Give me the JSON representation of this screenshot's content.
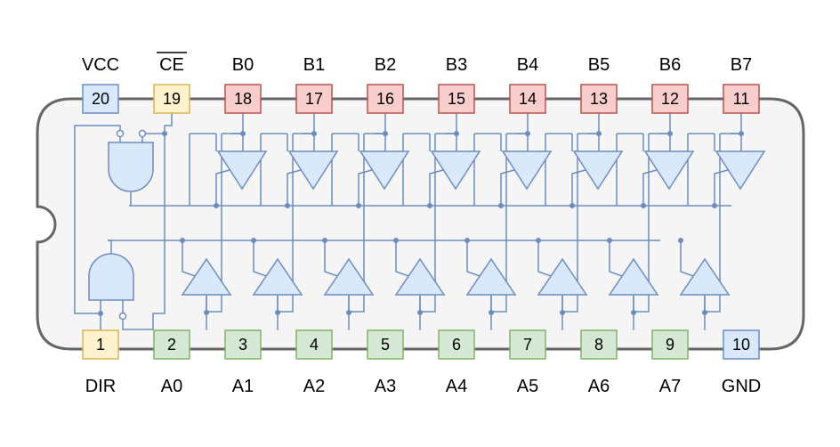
{
  "chip": {
    "top_pins": [
      {
        "num": "20",
        "label": "VCC",
        "overline": false,
        "color": "blue"
      },
      {
        "num": "19",
        "label": "CE",
        "overline": true,
        "color": "yellow"
      },
      {
        "num": "18",
        "label": "B0",
        "overline": false,
        "color": "red"
      },
      {
        "num": "17",
        "label": "B1",
        "overline": false,
        "color": "red"
      },
      {
        "num": "16",
        "label": "B2",
        "overline": false,
        "color": "red"
      },
      {
        "num": "15",
        "label": "B3",
        "overline": false,
        "color": "red"
      },
      {
        "num": "14",
        "label": "B4",
        "overline": false,
        "color": "red"
      },
      {
        "num": "13",
        "label": "B5",
        "overline": false,
        "color": "red"
      },
      {
        "num": "12",
        "label": "B6",
        "overline": false,
        "color": "red"
      },
      {
        "num": "11",
        "label": "B7",
        "overline": false,
        "color": "red"
      }
    ],
    "bottom_pins": [
      {
        "num": "1",
        "label": "DIR",
        "color": "yellow"
      },
      {
        "num": "2",
        "label": "A0",
        "color": "green"
      },
      {
        "num": "3",
        "label": "A1",
        "color": "green"
      },
      {
        "num": "4",
        "label": "A2",
        "color": "green"
      },
      {
        "num": "5",
        "label": "A3",
        "color": "green"
      },
      {
        "num": "6",
        "label": "A4",
        "color": "green"
      },
      {
        "num": "7",
        "label": "A5",
        "color": "green"
      },
      {
        "num": "8",
        "label": "A6",
        "color": "green"
      },
      {
        "num": "9",
        "label": "A7",
        "color": "green"
      },
      {
        "num": "10",
        "label": "GND",
        "color": "blue"
      }
    ]
  },
  "colors": {
    "blue": {
      "fill": "#dae8fc",
      "stroke": "#6c8ebf"
    },
    "yellow": {
      "fill": "#fff2cc",
      "stroke": "#d6b656"
    },
    "red": {
      "fill": "#f8cecc",
      "stroke": "#b85450"
    },
    "green": {
      "fill": "#d5e8d4",
      "stroke": "#82b366"
    },
    "body_fill": "#f5f5f5",
    "body_stroke": "#666666",
    "wire": "#6c8ebf"
  }
}
